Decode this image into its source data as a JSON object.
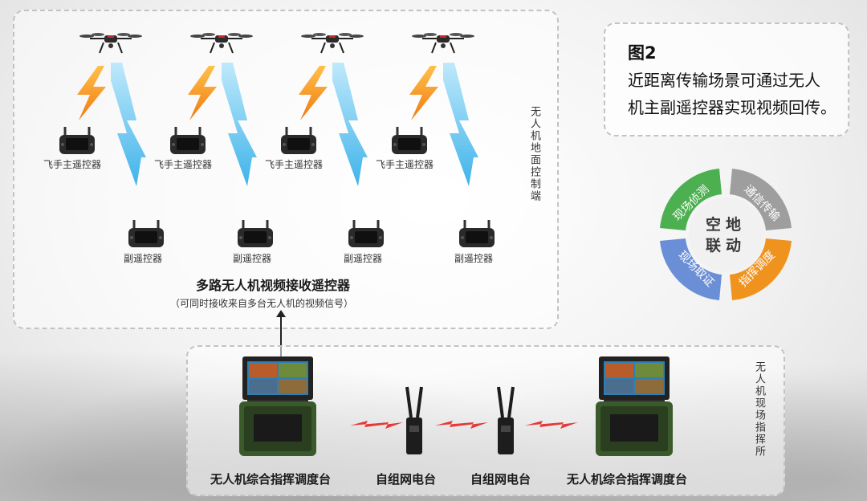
{
  "caption": {
    "title": "图2",
    "line1": "近距离传输场景可通过无人",
    "line2": "机主副遥控器实现视频回传。"
  },
  "ground_panel": {
    "side_label": "无人机地面控制端",
    "main_rc_label": "飞手主遥控器",
    "sub_rc_label": "副遥控器",
    "receiver_title": "多路无人机视频接收遥控器",
    "receiver_subtitle": "（可同时接收来自多台无人机的视频信号）"
  },
  "command_panel": {
    "side_label": "无人机现场指挥所",
    "station_label": "无人机综合指挥调度台",
    "radio_label": "自组网电台"
  },
  "ring": {
    "center_line1": "空地",
    "center_line2": "联动",
    "segments": [
      {
        "label": "现场侦测",
        "color": "#4caf50"
      },
      {
        "label": "通信传输",
        "color": "#9e9e9e"
      },
      {
        "label": "指挥调度",
        "color": "#f0921e"
      },
      {
        "label": "现场取证",
        "color": "#6b8fd6"
      }
    ]
  }
}
